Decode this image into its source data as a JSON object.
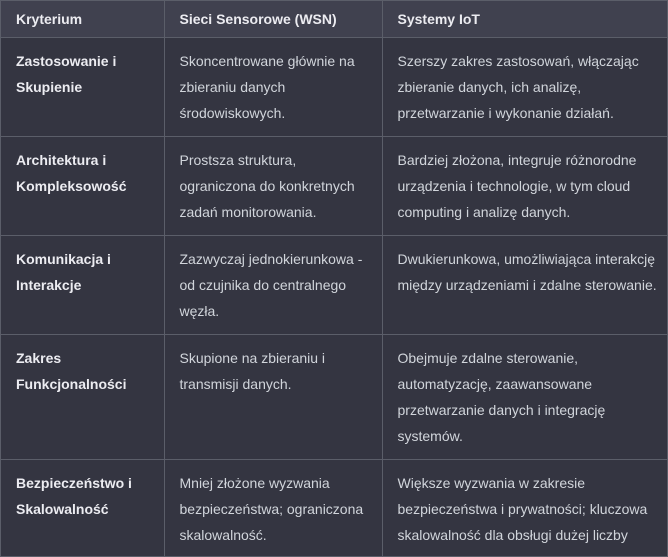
{
  "table": {
    "headers": [
      "Kryterium",
      "Sieci Sensorowe (WSN)",
      "Systemy IoT"
    ],
    "rows": [
      {
        "criterion": "Zastosowanie i Skupienie",
        "wsn": "Skoncentrowane głównie na zbieraniu danych środowiskowych.",
        "iot": "Szerszy zakres zastosowań, włączając zbieranie danych, ich analizę, przetwarzanie i wykonanie działań."
      },
      {
        "criterion": "Architektura i Kompleksowość",
        "wsn": "Prostsza struktura, ograniczona do konkretnych zadań monitorowania.",
        "iot": "Bardziej złożona, integruje różnorodne urządzenia i technologie, w tym cloud computing i analizę danych."
      },
      {
        "criterion": "Komunikacja i Interakcje",
        "wsn": "Zazwyczaj jednokierunkowa - od czujnika do centralnego węzła.",
        "iot": "Dwukierunkowa, umożliwiająca interakcję między urządzeniami i zdalne sterowanie."
      },
      {
        "criterion": "Zakres Funkcjonalności",
        "wsn": "Skupione na zbieraniu i transmisji danych.",
        "iot": "Obejmuje zdalne sterowanie, automatyzację, zaawansowane przetwarzanie danych i integrację systemów."
      },
      {
        "criterion": "Bezpieczeństwo i Skalowalność",
        "wsn": "Mniej złożone wyzwania bezpieczeństwa; ograniczona skalowalność.",
        "iot": "Większe wyzwania w zakresie bezpieczeństwa i prywatności; kluczowa skalowalność dla obsługi dużej liczby urządzeń."
      }
    ]
  },
  "colors": {
    "background": "#343541",
    "header_background": "#40414f",
    "border": "#5b5e69",
    "header_text": "#ececf1",
    "body_text": "#d1d5db"
  }
}
